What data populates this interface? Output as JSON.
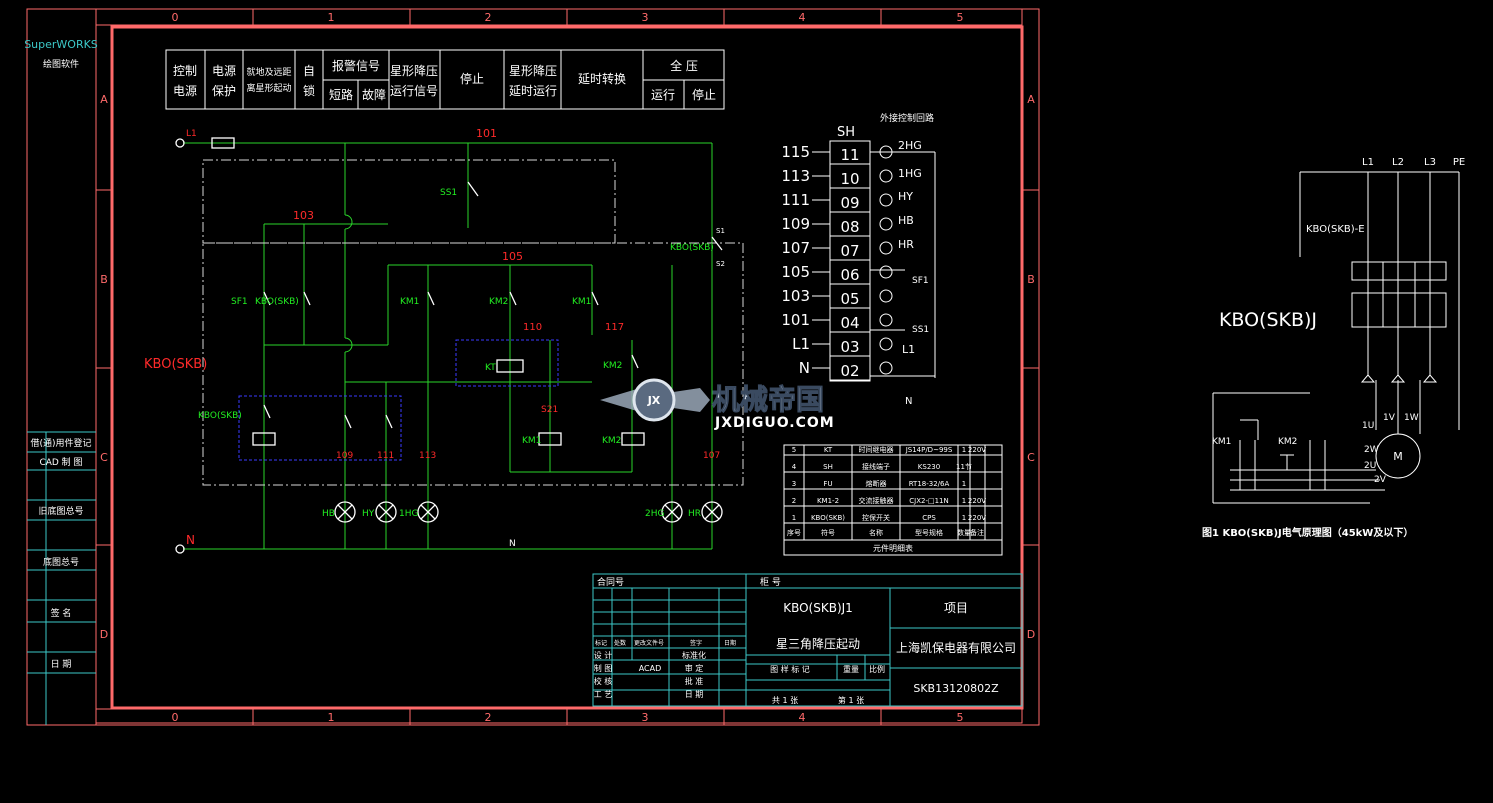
{
  "colors": {
    "frame": "#ff6a6a",
    "grid": "#3cc8c8",
    "wire": "#2ad42a",
    "white": "#ffffff",
    "red": "#ff2a2a",
    "blue": "#3a3aff",
    "dash": "#d8d8d8",
    "green": "#22ee22"
  },
  "left_strip": {
    "brand": "SuperWORKS",
    "brand_sub": "绘图软件",
    "labels": [
      "借(通)用件登记",
      "CAD 制 图",
      "旧底图总号",
      "底图总号",
      "签 名",
      "日 期"
    ]
  },
  "zone_cols": [
    "0",
    "1",
    "2",
    "3",
    "4",
    "5"
  ],
  "zone_rows": [
    "A",
    "B",
    "C",
    "D"
  ],
  "header": {
    "control": [
      "控制",
      "电源"
    ],
    "power": [
      "电源",
      "保护"
    ],
    "fault": [
      "就地及远距",
      "离星形起动"
    ],
    "lock": [
      "自",
      "锁"
    ],
    "alarm": "报警信号",
    "short": "短路",
    "fault2": "故障",
    "star_run": [
      "星形降压",
      "运行信号"
    ],
    "stop": "停止",
    "star_delay": [
      "星形降压",
      "延时运行"
    ],
    "delay_switch": "延时转换",
    "full": "全 压",
    "run": "运行",
    "stop2": "停止"
  },
  "wires": {
    "L1": "L1",
    "N": "N",
    "101": "101",
    "103": "103",
    "105": "105",
    "110": "110",
    "117": "117",
    "S1": "S1",
    "S2": "S2",
    "N2": "N",
    "109": "109",
    "111": "111",
    "113": "113",
    "107": "107",
    "321": "S21"
  },
  "components": {
    "ss1": "SS1",
    "sf1": "SF1",
    "kbo": "KBO(SKB)",
    "kbo2": "KBO(SKB)",
    "kbo3": "KBO(SKB)",
    "kbo_main": "KBO(SKB)",
    "km1": "KM1",
    "km2": "KM2",
    "km1b": "KM1",
    "km2b": "KM2",
    "km1c": "KM1",
    "km2c": "KM2",
    "kt": "KT",
    "hb": "HB",
    "hy": "HY",
    "1hg": "1HG",
    "2hg": "2HG",
    "hr": "HR"
  },
  "terminal": {
    "title": "SH",
    "ext": "外接控制回路",
    "rows": [
      {
        "label": "115",
        "n": "11"
      },
      {
        "label": "113",
        "n": "10"
      },
      {
        "label": "111",
        "n": "09"
      },
      {
        "label": "109",
        "n": "08"
      },
      {
        "label": "107",
        "n": "07"
      },
      {
        "label": "105",
        "n": "06"
      },
      {
        "label": "103",
        "n": "05"
      },
      {
        "label": "101",
        "n": "04"
      },
      {
        "label": "L1",
        "n": "03"
      },
      {
        "label": "N",
        "n": "02"
      }
    ],
    "lamps": [
      "2HG",
      "1HG",
      "HY",
      "HB",
      "HR"
    ],
    "sw": [
      "SF1",
      "SS1"
    ],
    "l1": "L1",
    "n": "N"
  },
  "bom": {
    "rows": [
      {
        "no": "5",
        "sym": "KT",
        "name": "时间继电器",
        "model": "JS14P/D~99S",
        "qty": "1",
        "note": "220V"
      },
      {
        "no": "4",
        "sym": "SH",
        "name": "接线端子",
        "model": "KS230",
        "qty": "11节",
        "note": ""
      },
      {
        "no": "3",
        "sym": "FU",
        "name": "熔断器",
        "model": "RT18-32/6A",
        "qty": "1",
        "note": ""
      },
      {
        "no": "2",
        "sym": "KM1-2",
        "name": "交流接触器",
        "model": "CJX2-□11N",
        "qty": "1",
        "note": "220V"
      },
      {
        "no": "1",
        "sym": "KBO(SKB)",
        "name": "控保开关",
        "model": "CPS",
        "qty": "1",
        "note": "220V"
      }
    ],
    "head": [
      "序号",
      "符号",
      "名称",
      "型号规格",
      "数量",
      "备注"
    ],
    "caption": "元件明细表"
  },
  "titleblock": {
    "contract": "合同号",
    "cabinet": "柜 号",
    "model": "KBO(SKB)J1",
    "desc": "星三角降压起动",
    "project": "项目",
    "company": "上海凯保电器有限公司",
    "drawing_no": "SKB13120802Z",
    "rows": [
      [
        "设 计",
        "",
        "标准化",
        ""
      ],
      [
        "制 图",
        "ACAD",
        "审 定",
        ""
      ],
      [
        "校 核",
        "",
        "批 准",
        ""
      ],
      [
        "工 艺",
        "",
        "日 期",
        ""
      ]
    ],
    "small": [
      "标记",
      "处数",
      "更改文件号",
      "签字",
      "日期"
    ],
    "stage": "图 样 标 记",
    "weight": "重量",
    "ratio": "比例",
    "sheets": "共 1 张",
    "sheet": "第 1 张"
  },
  "watermark": {
    "cn": "机械帝国",
    "en": "JXDIGUO.COM",
    "badge": "JX"
  },
  "right": {
    "label": "KBO(SKB)J",
    "phases": [
      "L1",
      "L2",
      "L3",
      "PE"
    ],
    "kbo": "KBO(SKB)-E",
    "km1": "KM1",
    "km2": "KM2",
    "motor": "M",
    "pins": [
      "1U",
      "1V",
      "1W",
      "2W",
      "2U",
      "2V"
    ],
    "caption": "图1  KBO(SKB)J电气原理图（45kW及以下）"
  }
}
